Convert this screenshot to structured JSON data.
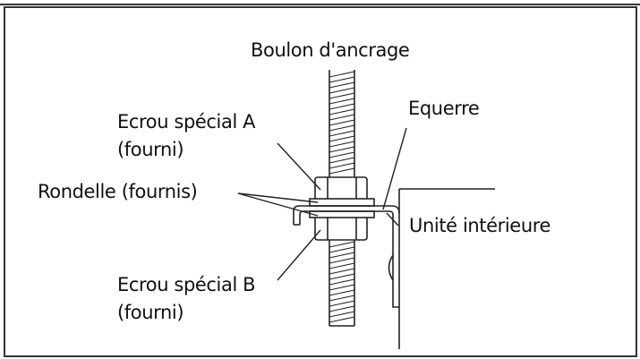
{
  "diagram": {
    "type": "installation-detail",
    "labels": {
      "anchor_bolt": "Boulon d'ancrage",
      "special_nut_a_line1": "Ecrou spécial A",
      "special_nut_a_line2": "(fourni)",
      "washer": "Rondelle (fournis)",
      "special_nut_b_line1": "Ecrou spécial B",
      "special_nut_b_line2": "(fourni)",
      "bracket": "Equerre",
      "indoor_unit": "Unité intérieure"
    },
    "components": [
      "anchor-bolt",
      "special-nut-a",
      "washer-upper",
      "bracket",
      "washer-lower",
      "special-nut-b",
      "indoor-unit"
    ],
    "colors": {
      "line": "#222222",
      "background": "#ffffff",
      "frame": "#333333"
    }
  }
}
